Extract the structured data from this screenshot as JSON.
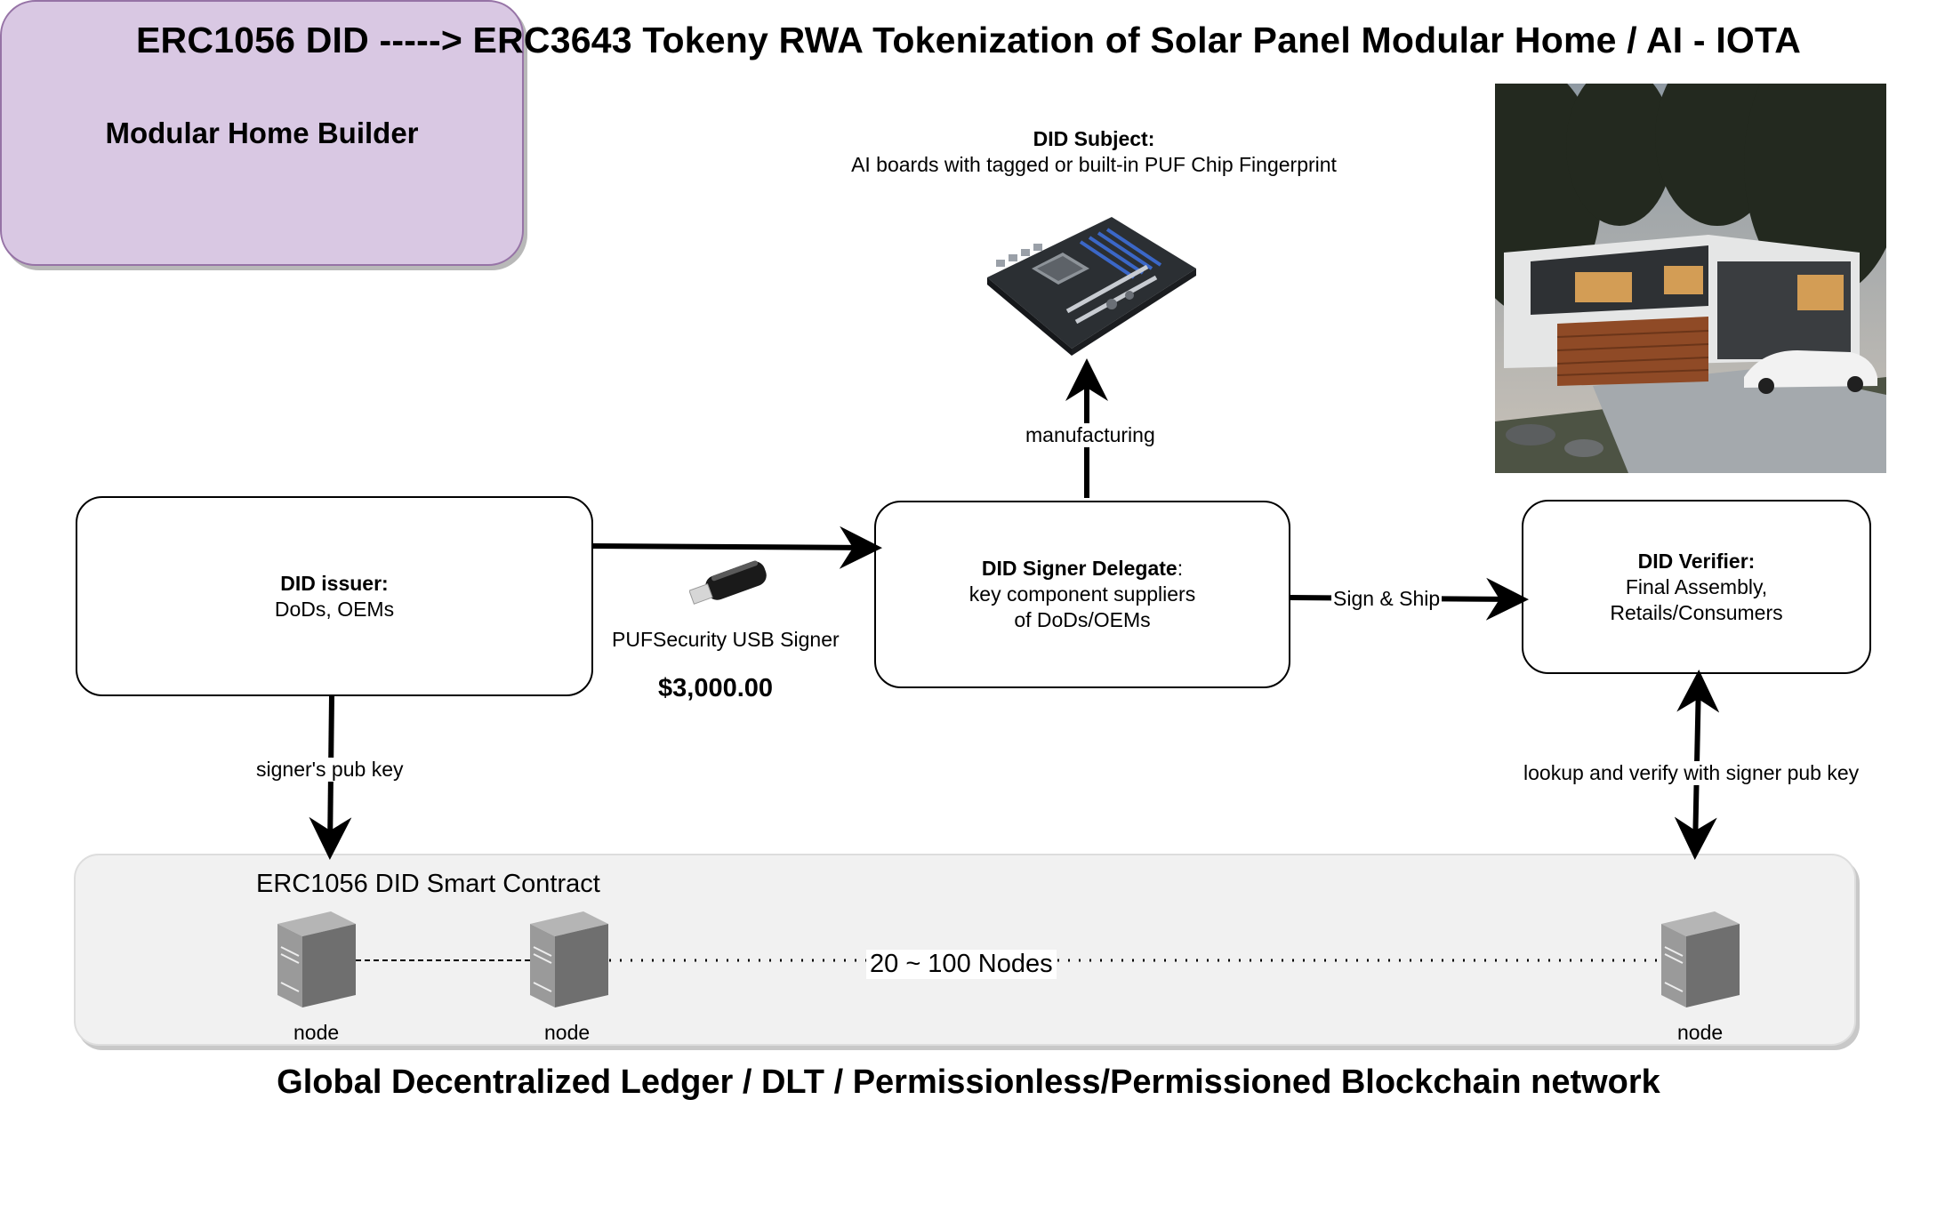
{
  "title": "ERC1056 DID -----> ERC3643 Tokeny RWA Tokenization of  Solar Panel Modular Home / AI - IOTA",
  "builder_label": "Modular Home Builder",
  "subject": {
    "heading": "DID Subject:",
    "text": "AI boards with tagged or built-in PUF Chip Fingerprint"
  },
  "issuer": {
    "heading": "DID issuer:",
    "text": "DoDs, OEMs"
  },
  "delegate": {
    "heading": "DID Signer Delegate",
    "colon": ":",
    "line1": "key component suppliers",
    "line2": "of DoDs/OEMs"
  },
  "verifier": {
    "heading": "DID Verifier:",
    "line1": "Final Assembly,",
    "line2": "Retails/Consumers"
  },
  "edges": {
    "manufacturing": "manufacturing",
    "sign_ship": "Sign & Ship",
    "signer_pub_key": "signer's pub key",
    "lookup": "lookup and verify with signer pub key"
  },
  "usb": {
    "label": "PUFSecurity USB Signer",
    "price": "$3,000.00"
  },
  "ledger": {
    "contract_label": "ERC1056 DID Smart Contract",
    "nodes_count": "20 ~ 100 Nodes",
    "node_label": "node"
  },
  "footer_title": "Global Decentralized Ledger / DLT / Permissionless/Permissioned Blockchain network",
  "colors": {
    "builder_fill": "#d9c8e3",
    "builder_stroke": "#9673a6",
    "ledger_fill": "#f1f1f1",
    "arrow": "#000000"
  }
}
